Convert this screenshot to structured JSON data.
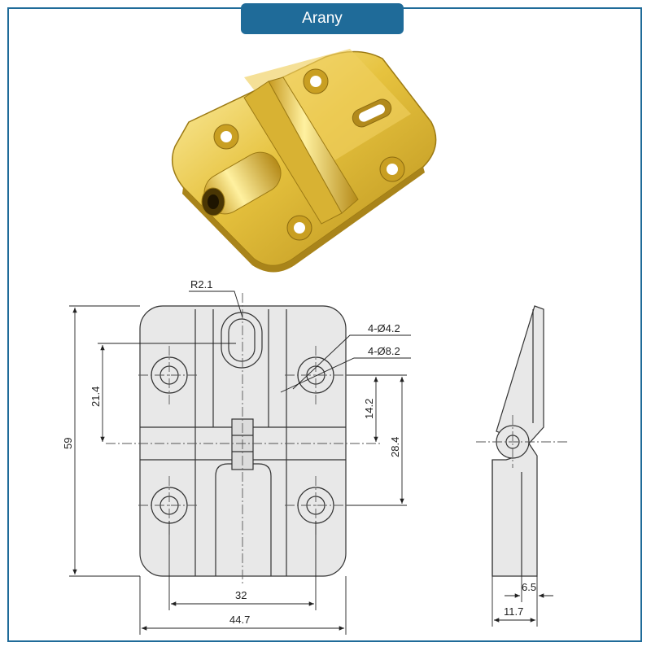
{
  "brand": {
    "label": "Arany"
  },
  "colors": {
    "accent": "#1f6b99",
    "gold": "#e0bd3a",
    "part_fill": "#e8e8e8",
    "line": "#333333"
  },
  "dimensions": {
    "radius": "R2.1",
    "small_holes": "4-Ø4.2",
    "large_holes": "4-Ø8.2",
    "height_total": "59",
    "hole_offset_top": "21.4",
    "hole_offset_half": "14.2",
    "hole_spacing_vertical": "28.4",
    "hole_spacing_horizontal": "32",
    "width_total": "44.7",
    "side_thickness": "6.5",
    "side_width": "11.7"
  }
}
